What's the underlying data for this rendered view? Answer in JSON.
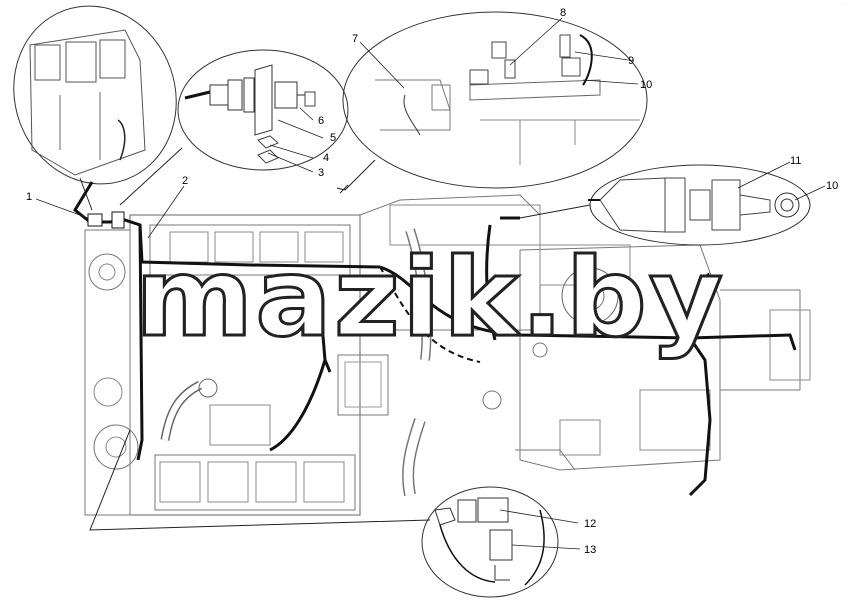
{
  "callouts": [
    "1",
    "2",
    "3",
    "4",
    "5",
    "6",
    "7",
    "8",
    "9",
    "10",
    "10",
    "11",
    "12",
    "13"
  ],
  "watermark": "mazik.by",
  "corner_mark": "·"
}
